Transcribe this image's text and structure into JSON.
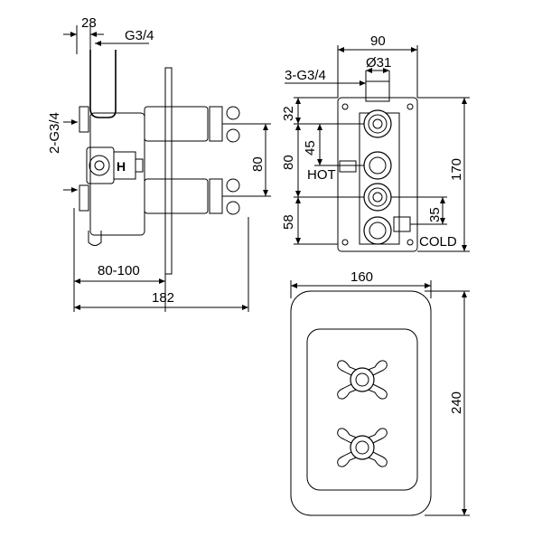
{
  "side_view": {
    "dim_top_offset": "28",
    "dim_thread_top": "G3/4",
    "dim_thread_side": "2-G3/4",
    "dim_spindle_spacing": "80",
    "dim_depth_range": "80-100",
    "dim_total_depth": "182",
    "marker_h": "H"
  },
  "rear_view": {
    "dim_width": "90",
    "dim_threads": "3-G3/4",
    "dim_port_dia": "Ø31",
    "dim_top_offset": "32",
    "dim_spacing_a": "45",
    "dim_spacing_b": "80",
    "dim_lower_offset": "58",
    "dim_total_height": "170",
    "dim_cold_offset": "35",
    "label_hot": "HOT",
    "label_cold": "COLD"
  },
  "front_view": {
    "dim_plate_width": "160",
    "dim_plate_height": "240"
  }
}
